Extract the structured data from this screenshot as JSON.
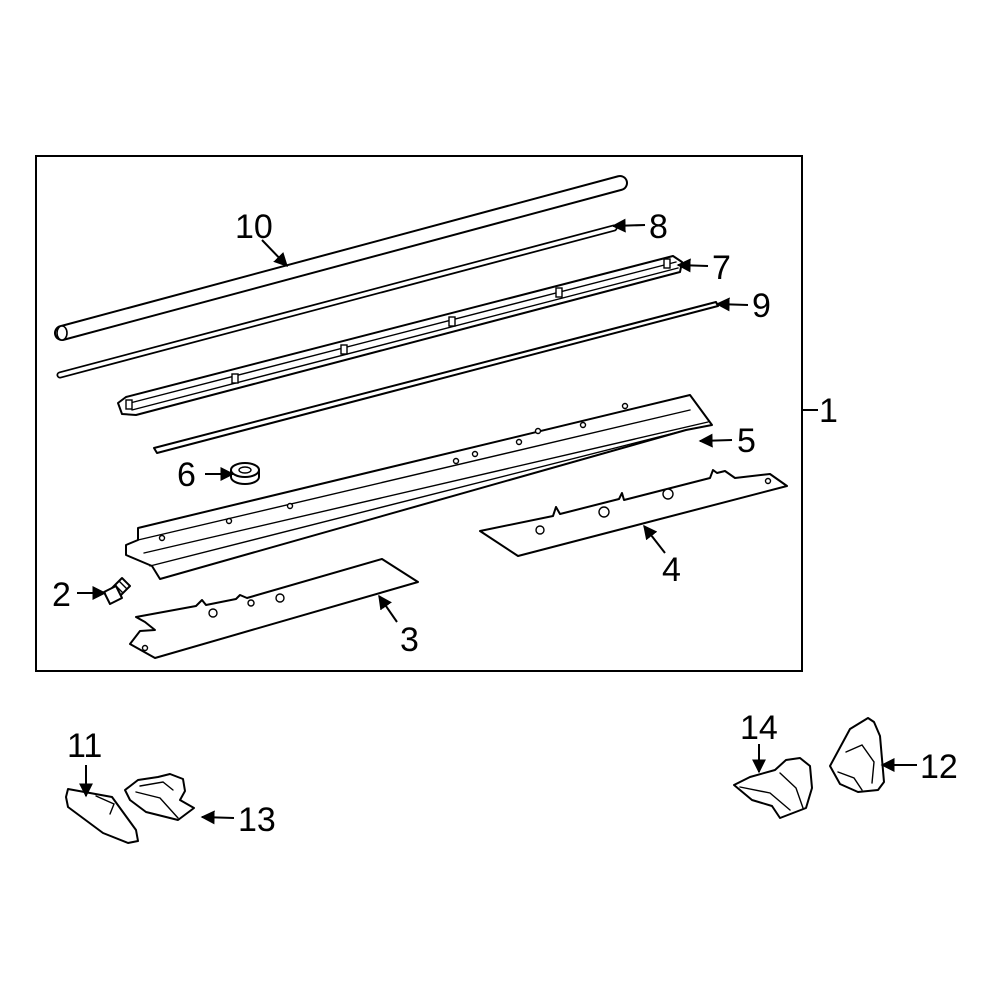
{
  "diagram": {
    "colors": {
      "line": "#000000",
      "background": "#ffffff"
    },
    "callouts": {
      "c1": "1",
      "c2": "2",
      "c3": "3",
      "c4": "4",
      "c5": "5",
      "c6": "6",
      "c7": "7",
      "c8": "8",
      "c9": "9",
      "c10": "10",
      "c11": "11",
      "c12": "12",
      "c13": "13",
      "c14": "14"
    }
  }
}
